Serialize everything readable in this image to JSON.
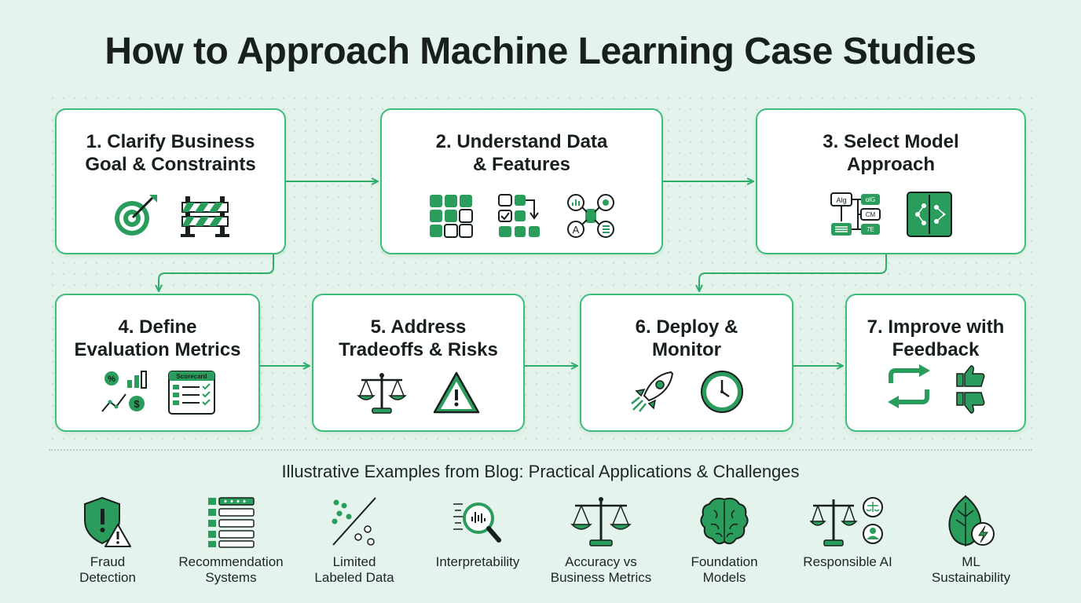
{
  "title": "How to Approach Machine Learning Case Studies",
  "colors": {
    "accent": "#2a9d5c",
    "border": "#3dbd7a",
    "background": "#e4f4ec",
    "dark": "#18201d"
  },
  "steps": [
    {
      "label": "1. Clarify Business\nGoal & Constraints",
      "icons": [
        "target-icon",
        "barrier-icon"
      ]
    },
    {
      "label": "2. Understand Data\n& Features",
      "icons": [
        "data-grid-icon",
        "feature-selection-icon",
        "feature-network-icon"
      ]
    },
    {
      "label": "3. Select Model\nApproach",
      "icons": [
        "model-flow-icon",
        "decision-tree-board-icon"
      ],
      "mini_text": [
        "Alg",
        "ɑlG",
        "CM",
        "7E"
      ]
    },
    {
      "label": "4. Define\nEvaluation Metrics",
      "icons": [
        "metrics-chart-icon",
        "scorecard-icon"
      ],
      "mini_text": [
        "Scorecard"
      ]
    },
    {
      "label": "5. Address\nTradeoffs & Risks",
      "icons": [
        "balance-scale-icon",
        "warning-icon"
      ]
    },
    {
      "label": "6. Deploy &\nMonitor",
      "icons": [
        "rocket-icon",
        "clock-icon"
      ]
    },
    {
      "label": "7. Improve with\nFeedback",
      "icons": [
        "refresh-cycle-icon",
        "thumbs-up-down-icon"
      ]
    }
  ],
  "examples_heading": "Illustrative Examples from Blog: Practical Applications & Challenges",
  "examples": [
    {
      "label": "Fraud\nDetection",
      "icon": "shield-alert-icon"
    },
    {
      "label": "Recommendation\nSystems",
      "icon": "ranked-list-icon"
    },
    {
      "label": "Limited\nLabeled Data",
      "icon": "scatter-split-icon"
    },
    {
      "label": "Interpretability",
      "icon": "magnifier-icon"
    },
    {
      "label": "Accuracy vs\nBusiness Metrics",
      "icon": "scale-icon"
    },
    {
      "label": "Foundation\nModels",
      "icon": "brain-icon"
    },
    {
      "label": "Responsible AI",
      "icon": "ethics-scale-icon"
    },
    {
      "label": "ML\nSustainability",
      "icon": "leaf-energy-icon"
    }
  ]
}
